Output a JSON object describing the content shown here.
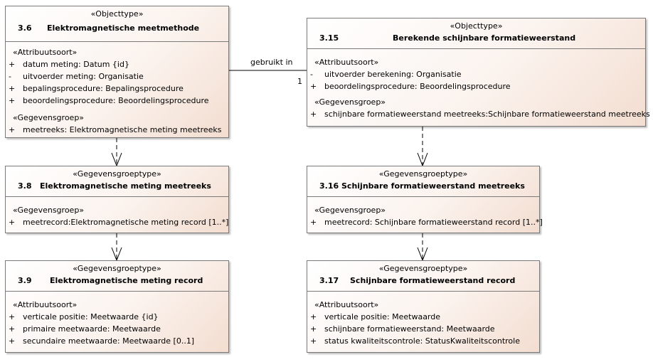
{
  "boxes": {
    "b36": {
      "stereotype": "«Objecttype»",
      "number": "3.6",
      "title": "Elektromagnetische meetmethode",
      "sections": [
        {
          "label": "«Attribuutsoort»",
          "rows": [
            {
              "vis": "+",
              "text": "datum meting: Datum {id}"
            },
            {
              "vis": "-",
              "text": "uitvoerder meting: Organisatie"
            },
            {
              "vis": "+",
              "text": "bepalingsprocedure: Bepalingsprocedure"
            },
            {
              "vis": "+",
              "text": "beoordelingsprocedure: Beoordelingsprocedure"
            }
          ]
        },
        {
          "label": "«Gegevensgroep»",
          "rows": [
            {
              "vis": "+",
              "text": "meetreeks: Elektromagnetische meting meetreeks"
            }
          ]
        }
      ]
    },
    "b315": {
      "stereotype": "«Objecttype»",
      "number": "3.15",
      "title": "Berekende schijnbare formatieweerstand",
      "sections": [
        {
          "label": "«Attribuutsoort»",
          "rows": [
            {
              "vis": "-",
              "text": "uitvoerder berekening: Organisatie"
            },
            {
              "vis": "+",
              "text": "beoordelingsprocedure: Beoordelingsprocedure"
            }
          ]
        },
        {
          "label": "«Gegevensgroep»",
          "rows": [
            {
              "vis": "+",
              "text": "schijnbare formatieweerstand meetreeks:Schijnbare formatieweerstand meetreeks"
            }
          ]
        }
      ]
    },
    "b38": {
      "stereotype": "«Gegevensgroeptype»",
      "number": "3.8",
      "title": "Elektromagnetische meting meetreeks",
      "sections": [
        {
          "label": "«Gegevensgroep»",
          "rows": [
            {
              "vis": "+",
              "text": "meetrecord:Elektromagnetische meting record [1..*]"
            }
          ]
        }
      ]
    },
    "b316": {
      "stereotype": "«Gegevensgroeptype»",
      "number": "3.16",
      "title": "Schijnbare formatieweerstand meetreeks",
      "sections": [
        {
          "label": "«Gegevensgroep»",
          "rows": [
            {
              "vis": "+",
              "text": "meetrecord: Schijnbare formatieweerstand record [1..*]"
            }
          ]
        }
      ]
    },
    "b39": {
      "stereotype": "«Gegevensgroeptype»",
      "number": "3.9",
      "title": "Elektromagnetische meting record",
      "sections": [
        {
          "label": "«Attribuutsoort»",
          "rows": [
            {
              "vis": "+",
              "text": "verticale positie: Meetwaarde {id}"
            },
            {
              "vis": "+",
              "text": "primaire meetwaarde: Meetwaarde"
            },
            {
              "vis": "+",
              "text": "secundaire meetwaarde: Meetwaarde [0..1]"
            }
          ]
        }
      ]
    },
    "b317": {
      "stereotype": "«Gegevensgroeptype»",
      "number": "3.17",
      "title": "Schijnbare formatieweerstand record",
      "sections": [
        {
          "label": "«Attribuutsoort»",
          "rows": [
            {
              "vis": "+",
              "text": "verticale positie: Meetwaarde"
            },
            {
              "vis": "+",
              "text": "schijnbare formatieweerstand: Meetwaarde"
            },
            {
              "vis": "+",
              "text": "status kwaliteitscontrole: StatusKwaliteitscontrole"
            }
          ]
        }
      ]
    }
  },
  "association": {
    "label": "gebruikt in",
    "multiplicity": "1"
  }
}
